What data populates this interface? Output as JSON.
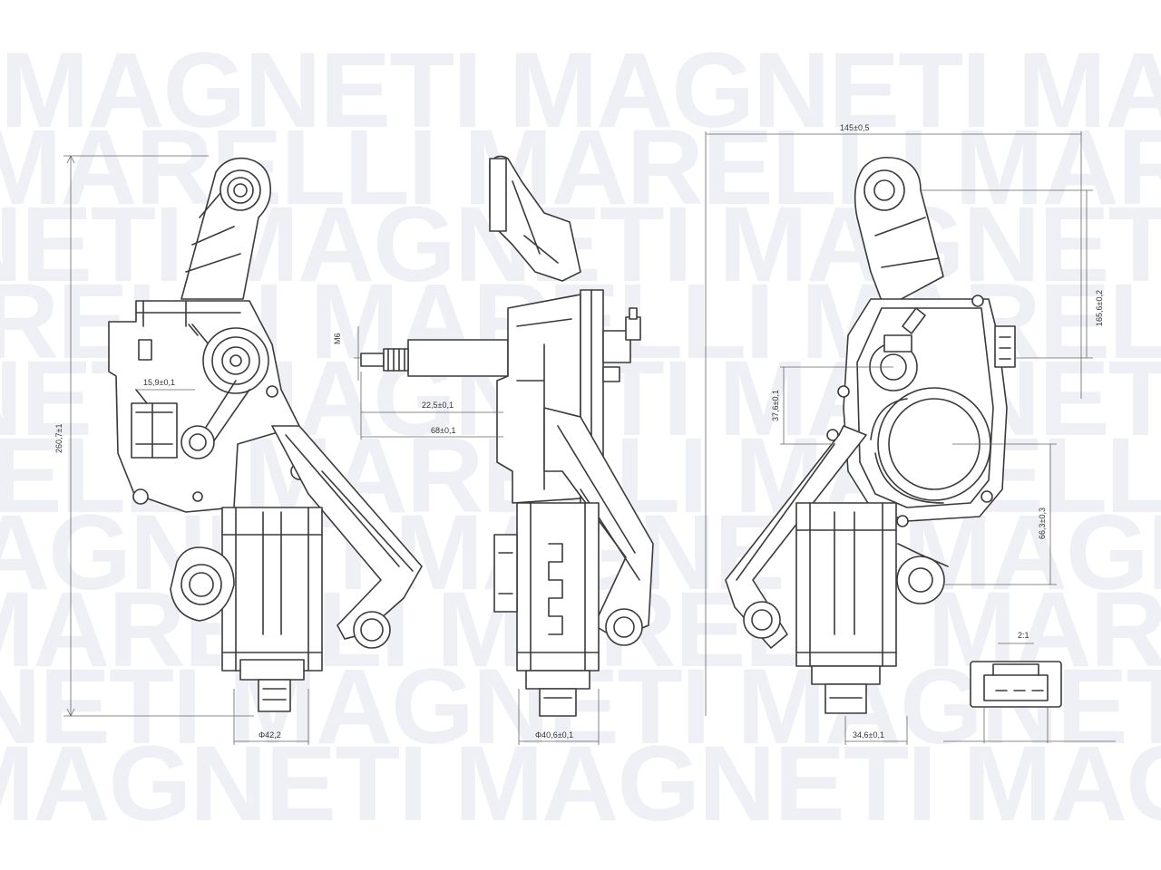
{
  "watermark": {
    "rows": [
      "MAGNETI MAGNETI MAGNET",
      "MARELLI MARELLI MARELLI",
      "NETI MAGNETI MAGNETI M",
      "RELLI MARELLI MARELLI M",
      "NETI MAGNETI MAGNETI M",
      "ELLI MARELLI MARELLI MA",
      "AGNETI MAGNETI MAGNETI",
      "MARELLI MARELLI MARELLI",
      "NETI MAGNETI MAGNETI M"
    ],
    "color": "#eef0f5"
  },
  "dimensions": {
    "left_height": "260,7±1",
    "left_offset": "15,9±0,1",
    "left_diameter": "Φ42,2",
    "shaft_thread": "M6",
    "shaft_len_a": "22,5±0,1",
    "shaft_len_b": "68±0,1",
    "mid_diameter": "Φ40,6±0,1",
    "width_top": "145±0,5",
    "height_right": "165,6±0,2",
    "offset_a": "37,6±0,1",
    "offset_b": "66,3±0,3",
    "conn_scale": "2:1",
    "bottom_offset": "34,6±0,1"
  },
  "colors": {
    "line": "#3a3a3a",
    "background": "#ffffff"
  }
}
